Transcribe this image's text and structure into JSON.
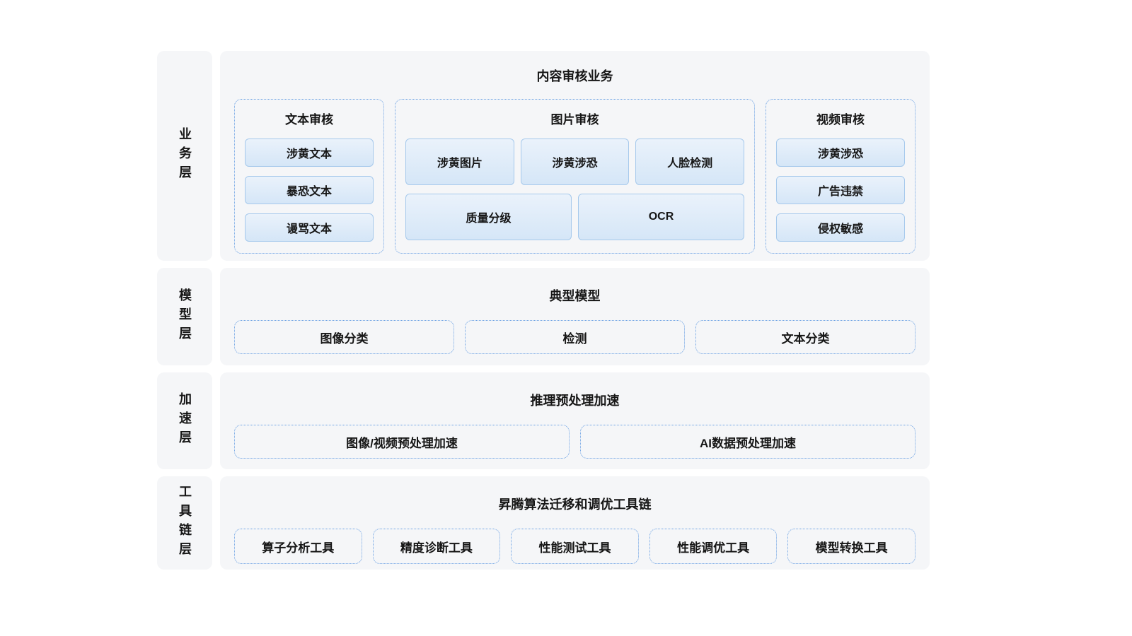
{
  "layers": [
    {
      "label": "业务层",
      "title": "内容审核业务",
      "groups": [
        {
          "title": "文本审核",
          "chips": [
            "涉黄文本",
            "暴恐文本",
            "谩骂文本"
          ]
        },
        {
          "title": "图片审核",
          "rows": [
            [
              "涉黄图片",
              "涉黄涉恐",
              "人脸检测"
            ],
            [
              "质量分级",
              "OCR"
            ]
          ]
        },
        {
          "title": "视频审核",
          "chips": [
            "涉黄涉恐",
            "广告违禁",
            "侵权敏感"
          ]
        }
      ]
    },
    {
      "label": "模型层",
      "title": "典型模型",
      "boxes": [
        "图像分类",
        "检测",
        "文本分类"
      ]
    },
    {
      "label": "加速层",
      "title": "推理预处理加速",
      "boxes": [
        "图像/视频预处理加速",
        "AI数据预处理加速"
      ]
    },
    {
      "label": "工具链层",
      "title": "昇腾算法迁移和调优工具链",
      "boxes": [
        "算子分析工具",
        "精度诊断工具",
        "性能测试工具",
        "性能调优工具",
        "模型转换工具"
      ]
    }
  ],
  "colors": {
    "panel_bg": "#f5f6f8",
    "dotted_border": "#6ba1e3",
    "chip_border": "#a6c9ec",
    "chip_fill_top": "#eaf2fb",
    "chip_fill_bottom": "#d5e6f7",
    "text": "#161616"
  }
}
